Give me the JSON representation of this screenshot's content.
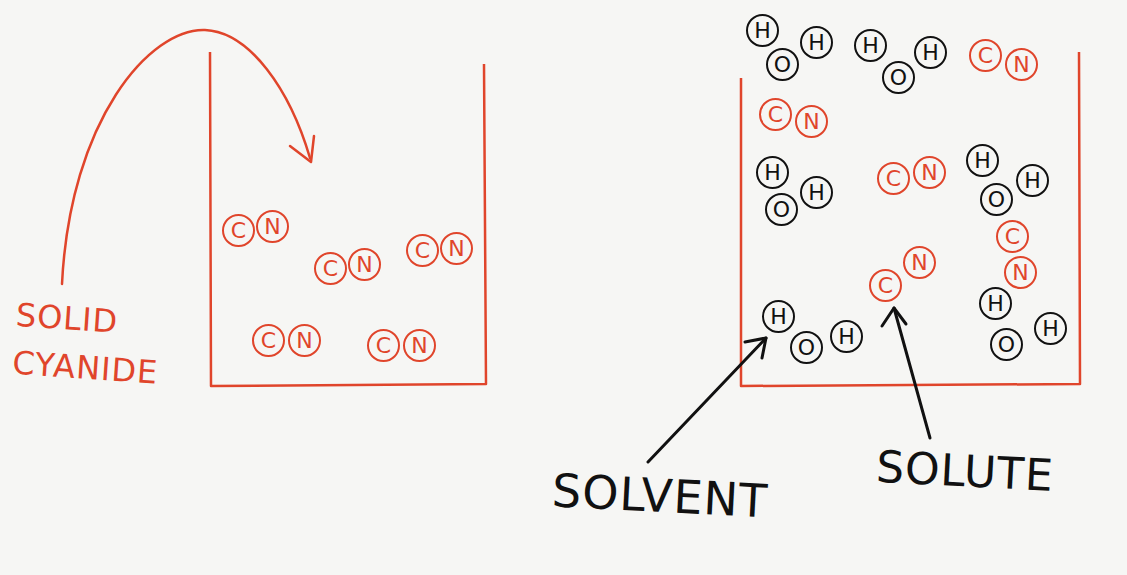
{
  "diagram": {
    "nodes": [
      {
        "text": [
          "C"
        ]
      },
      {
        "text": [
          "N"
        ]
      },
      {
        "text": [
          "C"
        ]
      },
      {
        "text": [
          "N"
        ]
      },
      {
        "text": [
          "C"
        ]
      },
      {
        "text": [
          "N"
        ]
      },
      {
        "text": [
          "C"
        ]
      },
      {
        "text": [
          "N"
        ]
      },
      {
        "text": [
          "C"
        ]
      },
      {
        "text": [
          "N"
        ]
      },
      {
        "text": [
          "H"
        ]
      },
      {
        "text": [
          "O"
        ]
      },
      {
        "text": [
          "H"
        ]
      },
      {
        "text": [
          "H"
        ]
      },
      {
        "text": [
          "O"
        ]
      },
      {
        "text": [
          "H"
        ]
      },
      {
        "text": [
          "C"
        ]
      },
      {
        "text": [
          "N"
        ]
      },
      {
        "text": [
          "C"
        ]
      },
      {
        "text": [
          "N"
        ]
      },
      {
        "text": [
          "H"
        ]
      },
      {
        "text": [
          "O"
        ]
      },
      {
        "text": [
          "H"
        ]
      },
      {
        "text": [
          "C"
        ]
      },
      {
        "text": [
          "N"
        ]
      },
      {
        "text": [
          "H"
        ]
      },
      {
        "text": [
          "O"
        ]
      },
      {
        "text": [
          "H"
        ]
      },
      {
        "text": [
          "C"
        ]
      },
      {
        "text": [
          "N"
        ]
      },
      {
        "text": [
          "C"
        ]
      },
      {
        "text": [
          "N"
        ]
      },
      {
        "text": [
          "H"
        ]
      },
      {
        "text": [
          "O"
        ]
      },
      {
        "text": [
          "H"
        ]
      },
      {
        "text": [
          "H"
        ]
      },
      {
        "text": [
          "O"
        ]
      },
      {
        "text": [
          "H"
        ]
      }
    ],
    "labels": [
      "SOLID CYANIDE",
      "SOLVENT",
      "SOLUTE"
    ]
  }
}
